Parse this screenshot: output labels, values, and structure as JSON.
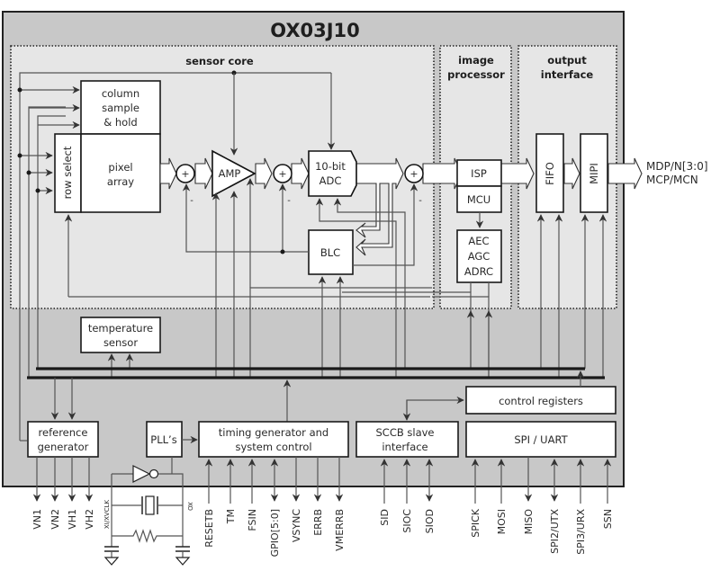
{
  "chip": {
    "title": "OX03J10"
  },
  "sections": {
    "sensor_core": "sensor core",
    "image_processor": [
      "image",
      "processor"
    ],
    "output_interface": [
      "output",
      "interface"
    ]
  },
  "blocks": {
    "column_sample": [
      "column",
      "sample",
      "& hold"
    ],
    "row_select": "row select",
    "pixel_array": [
      "pixel",
      "array"
    ],
    "amp": "AMP",
    "adc": [
      "10-bit",
      "ADC"
    ],
    "blc": "BLC",
    "isp": "ISP",
    "mcu": "MCU",
    "aec": [
      "AEC",
      "AGC",
      "ADRC"
    ],
    "fifo": "FIFO",
    "mipi": "MIPI",
    "temperature_sensor": [
      "temperature",
      "sensor"
    ],
    "control_registers": "control registers",
    "reference_generator": [
      "reference",
      "generator"
    ],
    "plls": "PLL’s",
    "timing_generator": [
      "timing generator and",
      "system control"
    ],
    "sccb": [
      "SCCB slave",
      "interface"
    ],
    "spi_uart": "SPI / UART"
  },
  "summing": {
    "plus": "+",
    "minus": "-"
  },
  "output_signals": [
    "MDP/N[3:0]",
    "MCP/MCN"
  ],
  "crystal": {
    "xi_label": "XI/XVCLK",
    "xo_label": "XO"
  },
  "pins": {
    "reference": [
      "VN1",
      "VN2",
      "VH1",
      "VH2"
    ],
    "timing": [
      "RESETB",
      "TM",
      "FSIN",
      "GPIO[5:0]",
      "VSYNC",
      "ERRB",
      "VMERRB"
    ],
    "sccb": [
      "SID",
      "SIOC",
      "SIOD"
    ],
    "spi": [
      "SPICK",
      "MOSI",
      "MISO",
      "SPI2/UTX",
      "SPI3/URX",
      "SSN"
    ]
  }
}
